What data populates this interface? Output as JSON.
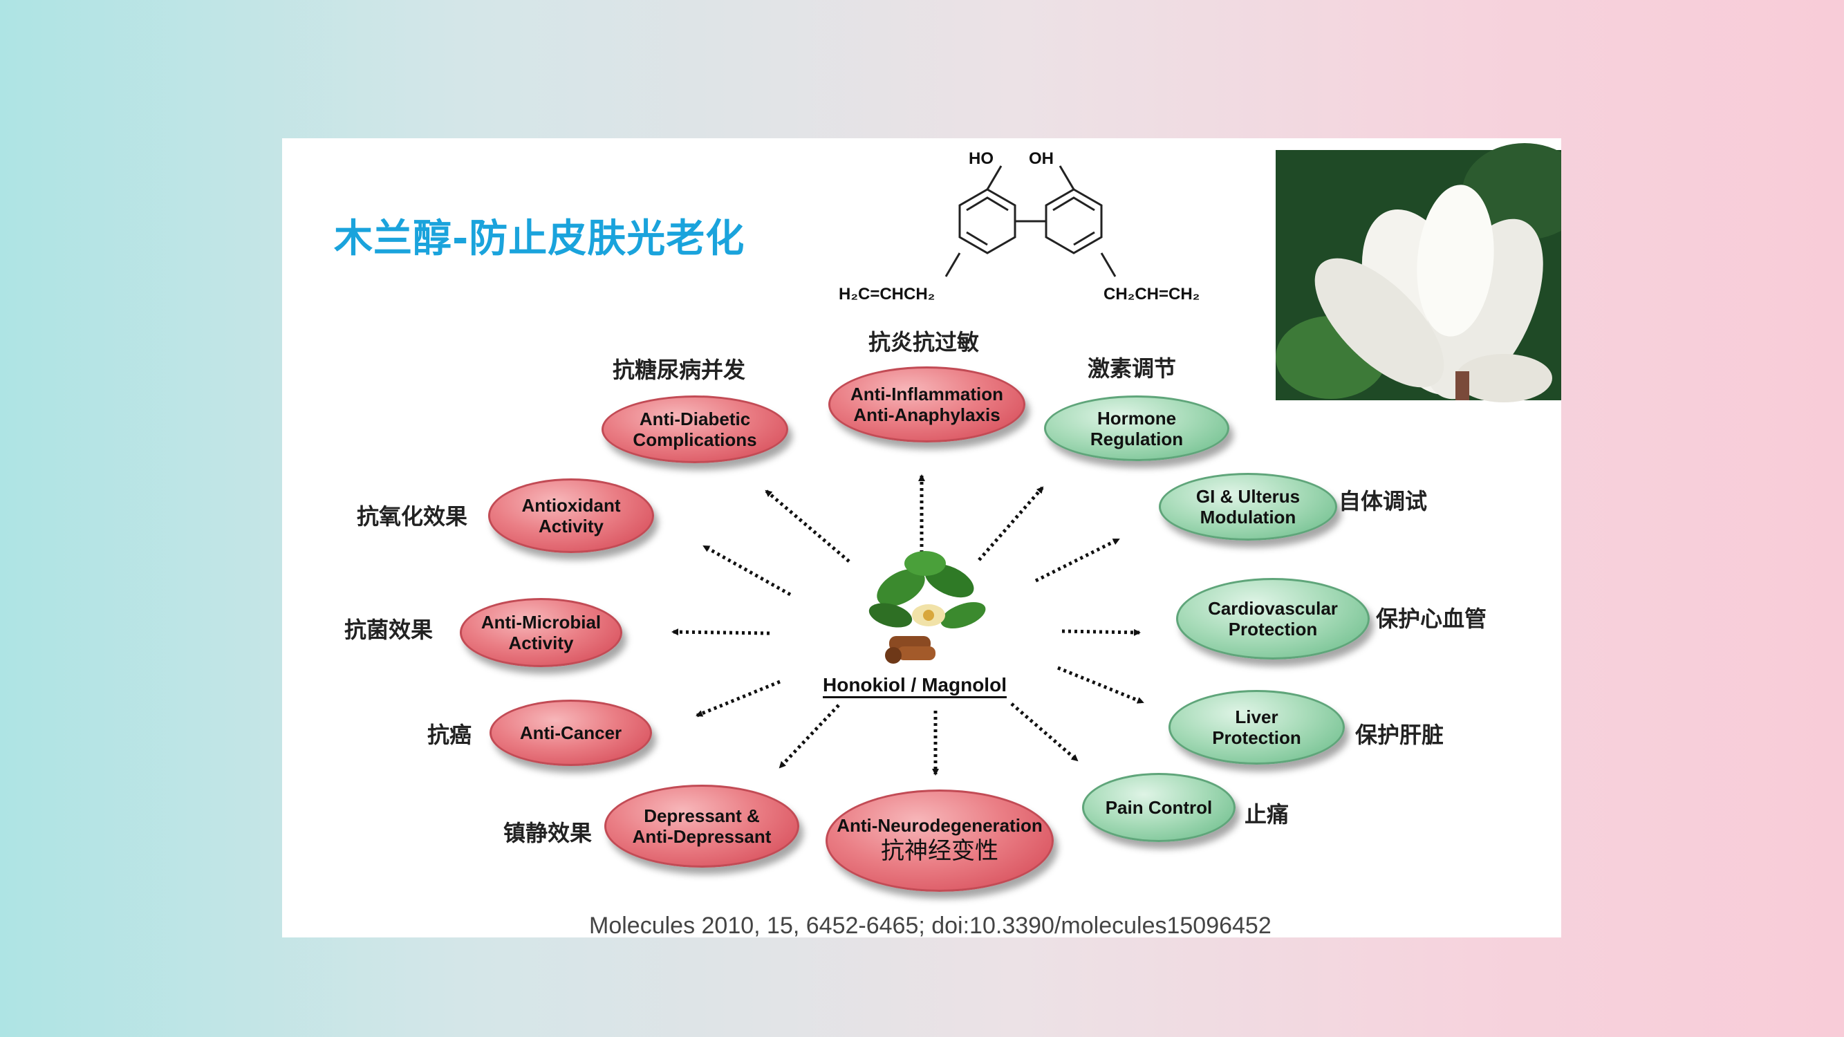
{
  "title": "木兰醇-防止皮肤光老化",
  "structure": {
    "ho": "HO",
    "oh": "OH",
    "left_group": "H₂C=CHCH₂",
    "right_group": "CH₂CH=CH₂"
  },
  "center": {
    "label": "Honokiol / Magnolol",
    "icon": "magnolia-bark-plant-icon"
  },
  "effects": [
    {
      "key": "anti_diabetic",
      "en": [
        "Anti-Diabetic",
        "Complications"
      ],
      "cn": "抗糖尿病并发",
      "color": "red"
    },
    {
      "key": "anti_inflammation",
      "en": [
        "Anti-Inflammation",
        "Anti-Anaphylaxis"
      ],
      "cn": "抗炎抗过敏",
      "color": "red"
    },
    {
      "key": "hormone",
      "en": [
        "Hormone",
        "Regulation"
      ],
      "cn": "激素调节",
      "color": "green"
    },
    {
      "key": "gi",
      "en": [
        "GI & Ulterus",
        "Modulation"
      ],
      "cn": "自体调试",
      "color": "green"
    },
    {
      "key": "antioxidant",
      "en": [
        "Antioxidant",
        "Activity"
      ],
      "cn": "抗氧化效果",
      "color": "red"
    },
    {
      "key": "antimicrobial",
      "en": [
        "Anti-Microbial",
        "Activity"
      ],
      "cn": "抗菌效果",
      "color": "red"
    },
    {
      "key": "cardio",
      "en": [
        "Cardiovascular",
        "Protection"
      ],
      "cn": "保护心血管",
      "color": "green"
    },
    {
      "key": "anticancer",
      "en": [
        "Anti-Cancer"
      ],
      "cn": "抗癌",
      "color": "red"
    },
    {
      "key": "liver",
      "en": [
        "Liver",
        "Protection"
      ],
      "cn": "保护肝脏",
      "color": "green"
    },
    {
      "key": "depressant",
      "en": [
        "Depressant &",
        "Anti-Depressant"
      ],
      "cn": "镇静效果",
      "color": "red"
    },
    {
      "key": "pain",
      "en": [
        "Pain Control"
      ],
      "cn": "止痛",
      "color": "green"
    },
    {
      "key": "neuro",
      "en": [
        "Anti-Neurodegeneration"
      ],
      "cn": "抗神经变性",
      "color": "red"
    }
  ],
  "citation": "Molecules 2010, 15, 6452-6465; doi:10.3390/molecules15096452",
  "photo": {
    "icon": "magnolia-flower-photo"
  },
  "colors": {
    "title": "#1aa3dc",
    "red_node": "#e56f79",
    "green_node": "#8fd1a8",
    "background_left": "#aee4e4",
    "background_right": "#f8ccd8"
  }
}
